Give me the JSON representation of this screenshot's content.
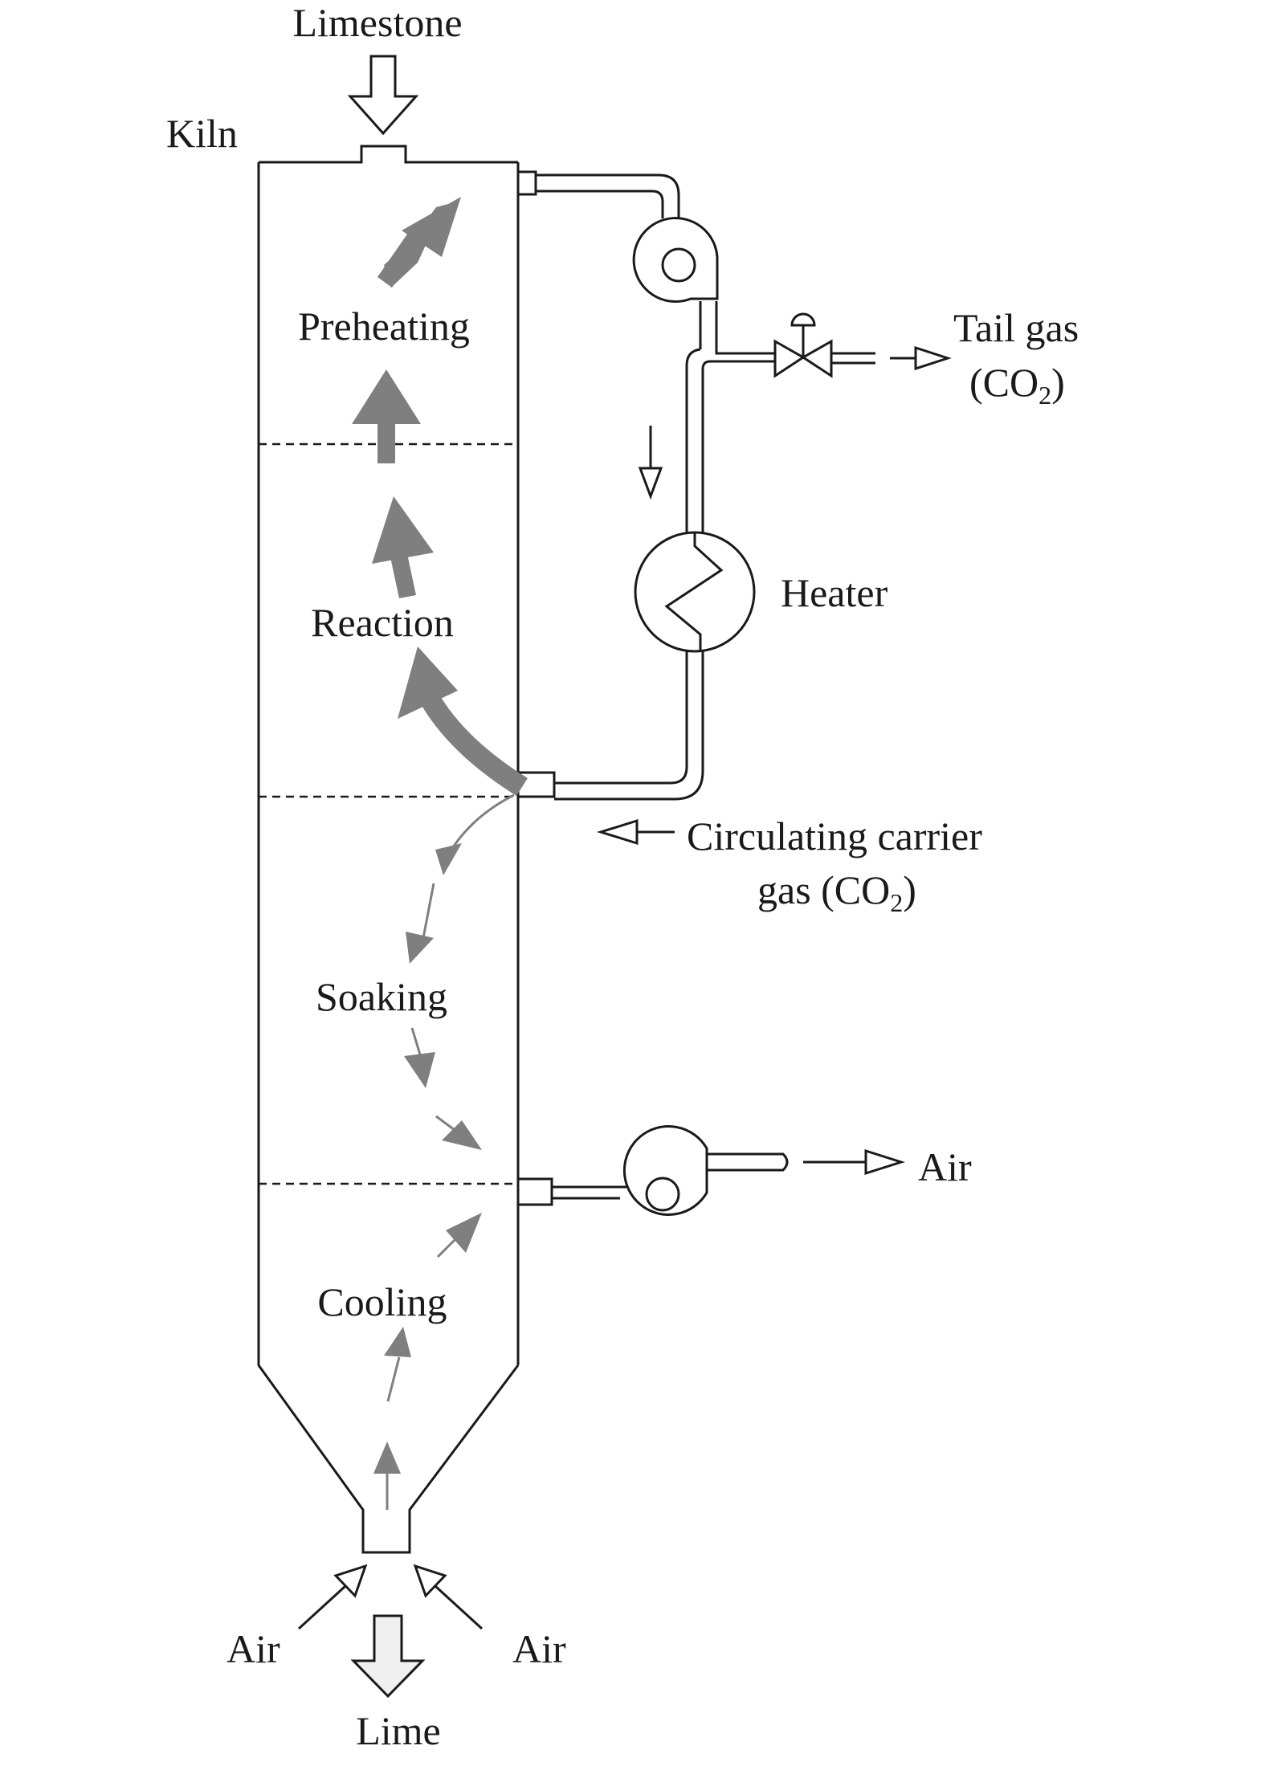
{
  "labels": {
    "limestone": "Limestone",
    "kiln": "Kiln",
    "preheating": "Preheating",
    "reaction": "Reaction",
    "soaking": "Soaking",
    "cooling": "Cooling",
    "heater": "Heater",
    "tail_gas_line1": "Tail gas",
    "tail_gas_line2_pre": "(CO",
    "tail_gas_line2_sub": "2",
    "tail_gas_line2_post": ")",
    "carrier_line1": "Circulating carrier",
    "carrier_line2_pre": "gas (CO",
    "carrier_line2_sub": "2",
    "carrier_line2_post": ")",
    "air_out": "Air",
    "air_left": "Air",
    "air_right": "Air",
    "lime": "Lime"
  },
  "colors": {
    "line": "#1a1a1a",
    "flow_arrow": "#7f7f7f",
    "background": "#ffffff",
    "lime_arrow_fill": "#f0f0f0"
  },
  "icons": {
    "fan_upper": "centrifugal-fan-icon",
    "fan_lower": "centrifugal-fan-icon",
    "valve": "control-valve-icon",
    "heater": "heat-exchanger-icon"
  }
}
